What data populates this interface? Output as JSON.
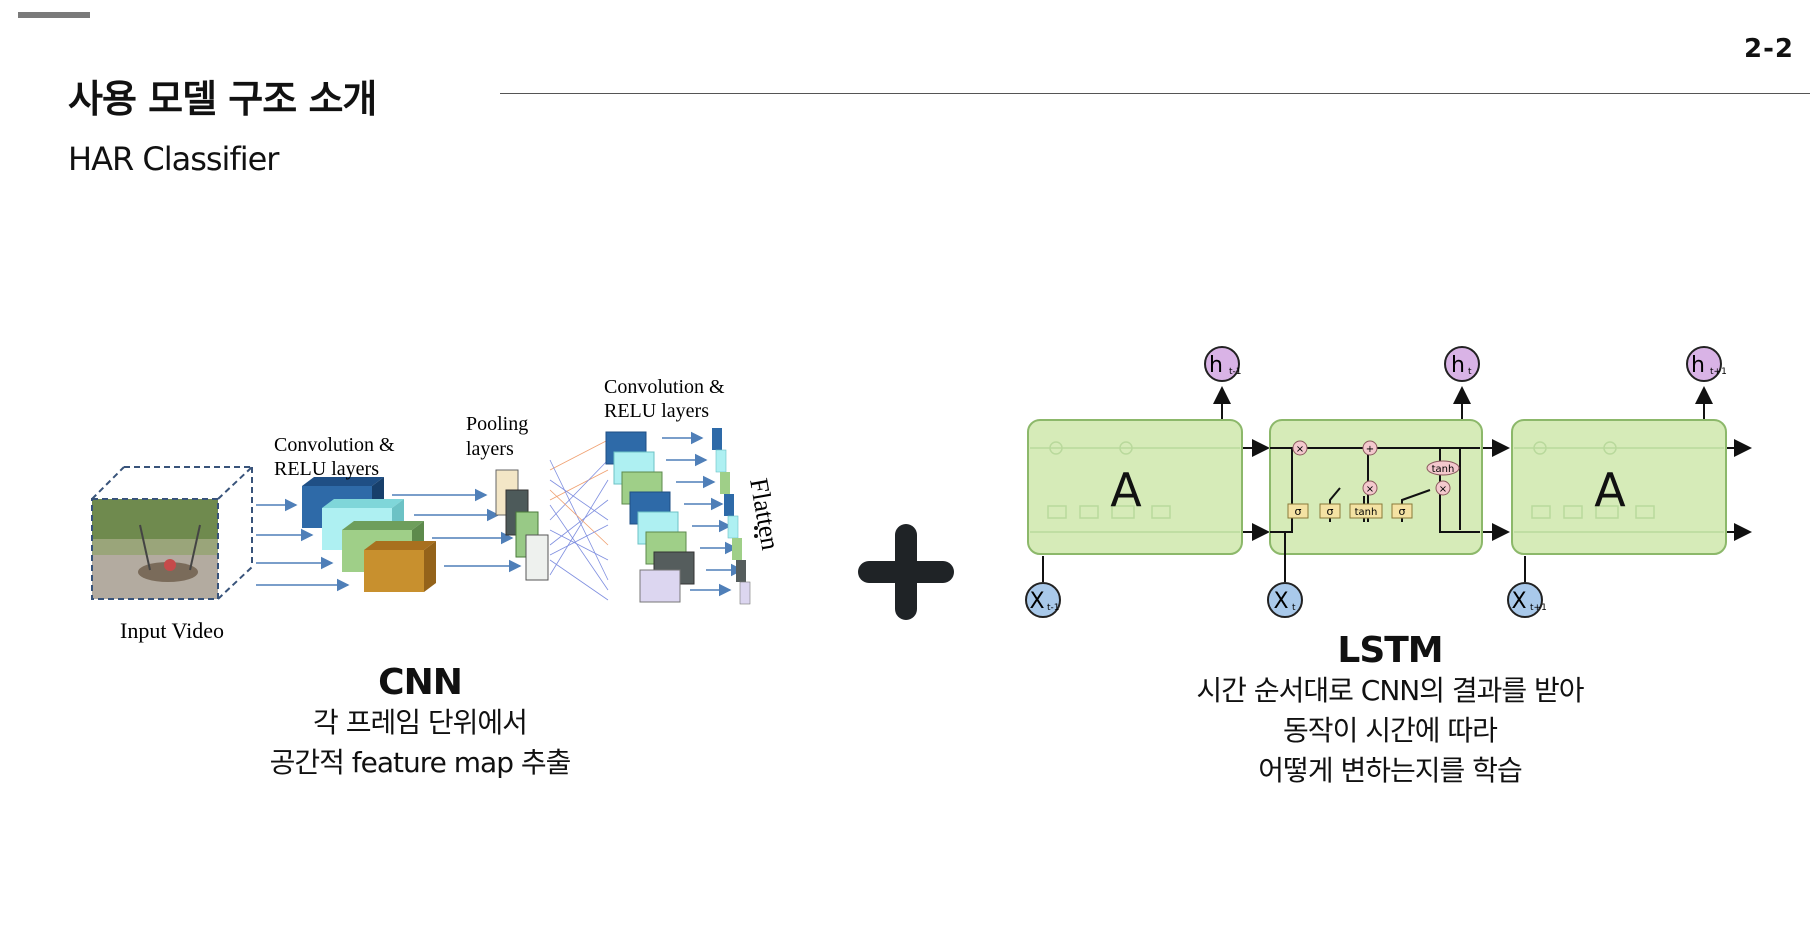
{
  "header": {
    "page_number": "2-2",
    "title": "사용 모델 구조 소개",
    "subtitle": "HAR Classifier"
  },
  "cnn": {
    "input_label": "Input Video",
    "conv1_label": [
      "Convolution &",
      "RELU layers"
    ],
    "pool_label": [
      "Pooling",
      "layers"
    ],
    "conv2_label": [
      "Convolution &",
      "RELU layers"
    ],
    "flatten_label": "Flatten",
    "caption_title": "CNN",
    "caption_lines": [
      "각 프레임 단위에서",
      "공간적 feature map 추출"
    ]
  },
  "plus": "+",
  "lstm": {
    "cell_label": "A",
    "outputs": [
      "h",
      "h",
      "h"
    ],
    "output_subs": [
      "t-1",
      "t",
      "t+1"
    ],
    "inputs": [
      "X",
      "X",
      "X"
    ],
    "input_subs": [
      "t-1",
      "t",
      "t+1"
    ],
    "gates": [
      "σ",
      "σ",
      "tanh",
      "σ"
    ],
    "ops": [
      "×",
      "+",
      "×",
      "×"
    ],
    "tanh_label": "tanh",
    "caption_title": "LSTM",
    "caption_lines": [
      "시간 순서대로 CNN의 결과를 받아",
      "동작이 시간에 따라",
      "어떻게 변하는지를 학습"
    ]
  },
  "colors": {
    "cell_fill": "#d6ebb8",
    "cell_stroke": "#8cb86a",
    "output_circle": "#d9b3e6",
    "input_circle": "#a9c9ea",
    "gate_fill": "#f4e2a3",
    "op_fill": "#f3c9cd"
  }
}
